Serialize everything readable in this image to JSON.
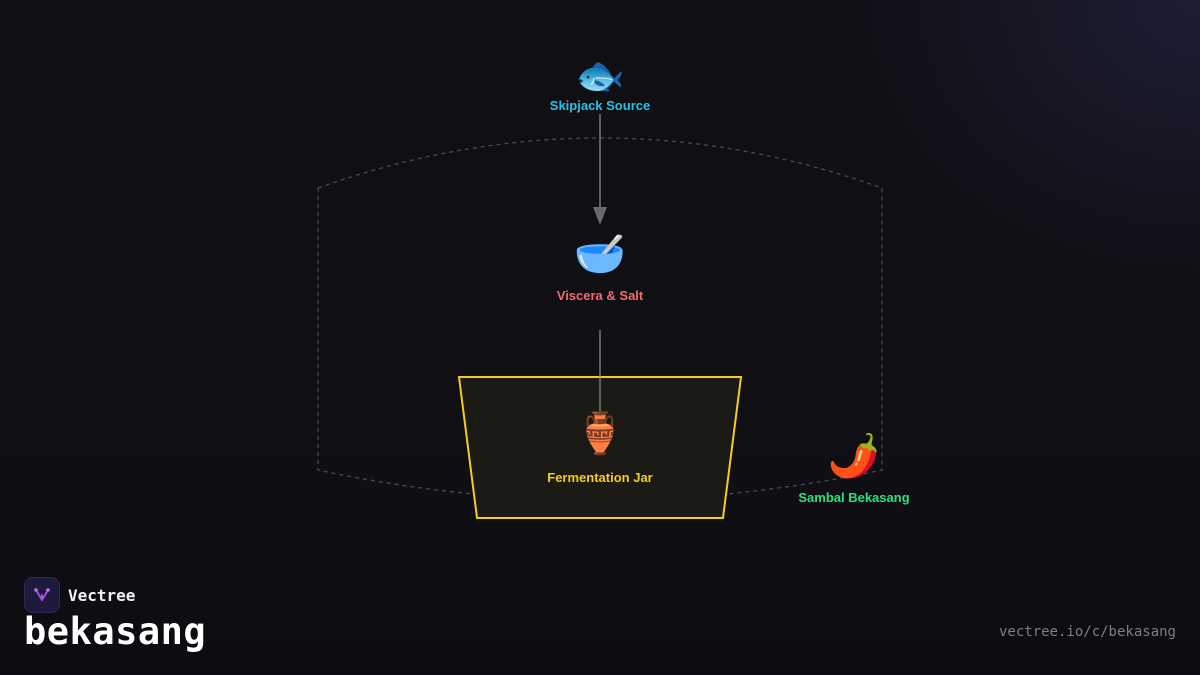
{
  "brand": {
    "name": "Vectree",
    "logo_icon": "vectree-logo-icon"
  },
  "page": {
    "title": "bekasang",
    "url": "vectree.io/c/bekasang"
  },
  "diagram": {
    "nodes": [
      {
        "id": "skipjack",
        "label": "Skipjack Source",
        "icon": "🐟",
        "icon_name": "fish-icon",
        "color": "#22c4e8"
      },
      {
        "id": "viscera",
        "label": "Viscera & Salt",
        "icon": "🥣",
        "icon_name": "bowl-icon",
        "color": "#f26a6a"
      },
      {
        "id": "jar",
        "label": "Fermentation Jar",
        "icon": "🏺",
        "icon_name": "amphora-icon",
        "color": "#f5cc1f"
      },
      {
        "id": "sambal",
        "label": "Sambal Bekasang",
        "icon": "🌶️",
        "icon_name": "chili-icon",
        "color": "#2ee07a"
      }
    ],
    "edges": [
      {
        "from": "skipjack",
        "to": "viscera",
        "arrow": true
      },
      {
        "from": "viscera",
        "to": "jar",
        "arrow": false
      }
    ],
    "colors": {
      "edge": "#8a8a8a",
      "container_dash": "#4a4a52",
      "jar_highlight": "#f5cc1f",
      "jar_fill": "#1b1a14"
    }
  }
}
